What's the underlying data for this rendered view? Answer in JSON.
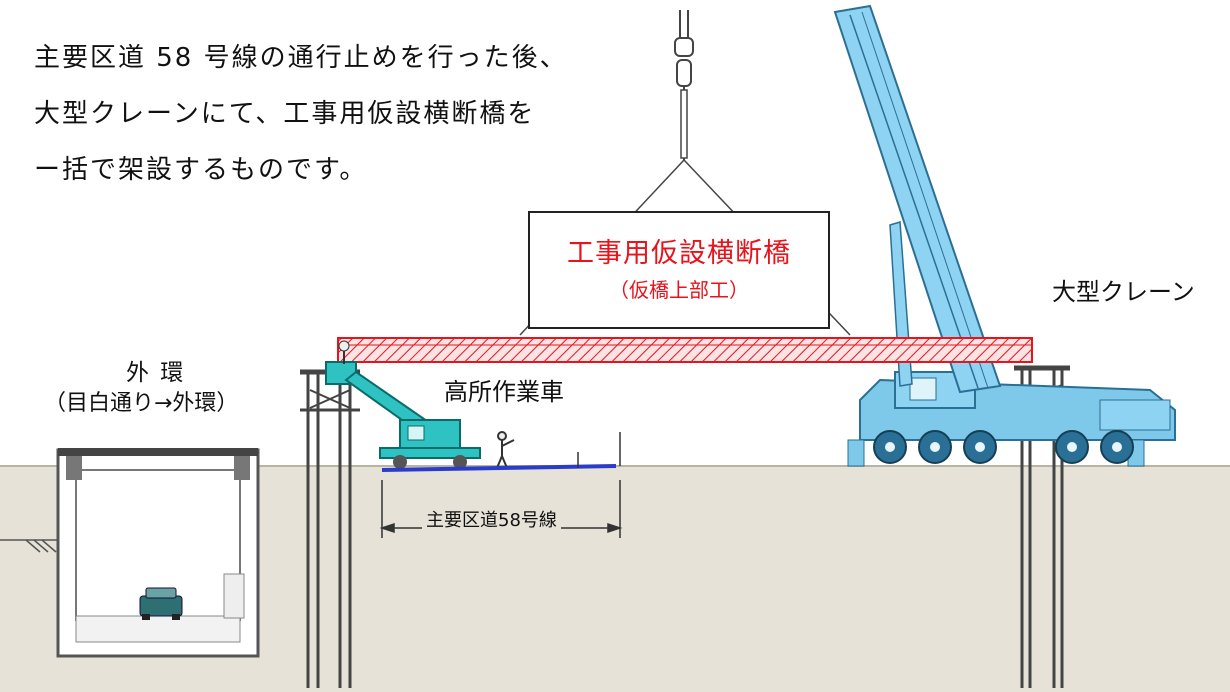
{
  "description_lines": [
    "主要区道 58 号線の通行止めを行った後、",
    "大型クレーンにて、工事用仮設横断橋を",
    "ー括で架設するものです。"
  ],
  "bridge_sign": {
    "title": "工事用仮設横断橋",
    "subtitle": "（仮橋上部工）"
  },
  "labels": {
    "crane": "大型クレーン",
    "aerial_vehicle": "高所作業車",
    "outer_ring": "外 環",
    "outer_ring_sub": "（目白通り→外環）",
    "road": "主要区道58号線"
  },
  "colors": {
    "text": "#111111",
    "highlight_red": "#e8131b",
    "crane_blue": "#7ec8ea",
    "aerial_cyan": "#2fc2c2",
    "ground": "#e6e2d8"
  }
}
